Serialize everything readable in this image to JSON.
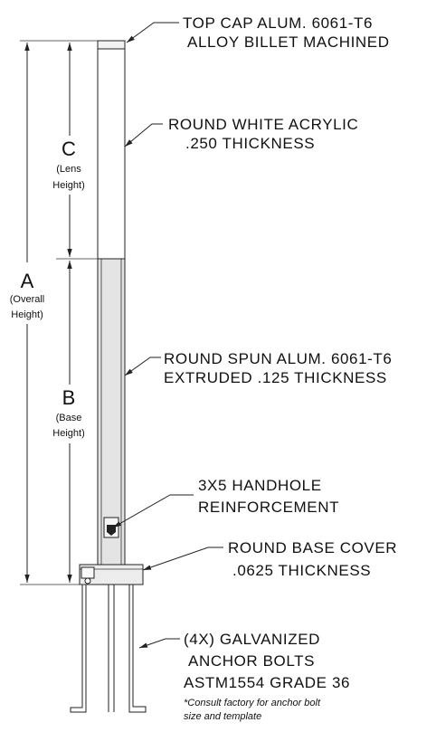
{
  "callouts": {
    "top_cap": [
      "TOP CAP  ALUM. 6061-T6",
      "ALLOY BILLET MACHINED"
    ],
    "lens": [
      "ROUND WHITE ACRYLIC",
      ".250 THICKNESS"
    ],
    "shaft": [
      "ROUND SPUN ALUM. 6061-T6",
      "EXTRUDED .125 THICKNESS"
    ],
    "handhole": [
      "3X5 HANDHOLE",
      "REINFORCEMENT"
    ],
    "base_cover": [
      "ROUND BASE COVER",
      ".0625 THICKNESS"
    ],
    "anchor_bolts": [
      "(4X) GALVANIZED",
      "ANCHOR BOLTS",
      "ASTM1554 GRADE  36"
    ],
    "footnote": [
      "*Consult factory for anchor bolt",
      "size and template"
    ]
  },
  "dimensions": {
    "a": {
      "letter": "A",
      "sub": [
        "(Overall",
        "Height)"
      ]
    },
    "b": {
      "letter": "B",
      "sub": [
        "(Base",
        "Height)"
      ]
    },
    "c": {
      "letter": "C",
      "sub": [
        "(Lens",
        "Height)"
      ]
    }
  },
  "colors": {
    "lens_fill": "#ffffff",
    "shaft_fill": "#e4e4e4",
    "line": "#222222"
  }
}
